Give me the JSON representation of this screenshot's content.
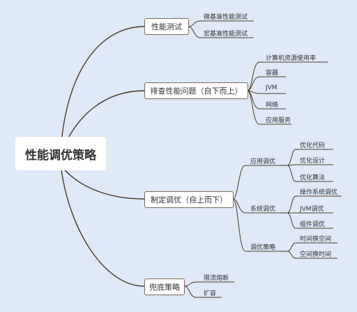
{
  "root": "性能调优策略",
  "b1": {
    "label": "性能测试",
    "children": [
      "微基准性能测试",
      "宏基准性能测试"
    ]
  },
  "b2": {
    "label": "排查性能问题（自下而上）",
    "children": [
      "计算机资源使用率",
      "容器",
      "JVM",
      "网络",
      "应用服务"
    ]
  },
  "b3": {
    "label": "制定调优（自上而下）",
    "groups": [
      {
        "label": "应用调优",
        "children": [
          "优化代码",
          "优化设计",
          "优化算法"
        ]
      },
      {
        "label": "系统调优",
        "children": [
          "操作系统调优",
          "JVM调优",
          "组件调优"
        ]
      },
      {
        "label": "调优策略",
        "children": [
          "时间换空间",
          "空间换时间"
        ]
      }
    ]
  },
  "b4": {
    "label": "兜底策略",
    "children": [
      "限流熔断",
      "扩容"
    ]
  },
  "colors": {
    "background": "#dfe9f7",
    "line": "#4d3b26",
    "box_border": "#7a6a56"
  }
}
